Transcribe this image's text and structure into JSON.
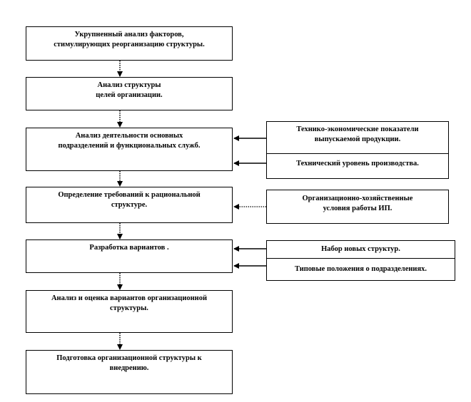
{
  "main_steps": [
    {
      "lines": [
        "Укрупненный анализ факторов,",
        "стимулирующих реорганизацию структуры."
      ]
    },
    {
      "lines": [
        "Анализ структуры",
        "целей организации."
      ]
    },
    {
      "lines": [
        "Анализ деятельности основных",
        "подразделений и функциональных служб."
      ]
    },
    {
      "lines": [
        "Определение требований к рациональной",
        "структуре."
      ]
    },
    {
      "lines": [
        "Разработка вариантов ."
      ]
    },
    {
      "lines": [
        "Анализ и оценка вариантов организационной",
        "структуры."
      ]
    },
    {
      "lines": [
        "Подготовка организационной структуры к",
        "внедрению."
      ]
    }
  ],
  "inputs": {
    "group_a": {
      "items": [
        {
          "lines": [
            "Технико-экономические показатели",
            "выпускаемой продукции."
          ]
        },
        {
          "lines": [
            "Технический уровень производства."
          ]
        }
      ]
    },
    "group_b": {
      "items": [
        {
          "lines": [
            "Организационно-хозяйственные",
            "условия работы ИП."
          ]
        }
      ]
    },
    "group_c": {
      "items": [
        {
          "lines": [
            "Набор новых структур."
          ]
        },
        {
          "lines": [
            "Типовые положения о подразделениях."
          ]
        }
      ]
    }
  },
  "colors": {
    "stroke": "#000000",
    "background": "#ffffff"
  }
}
